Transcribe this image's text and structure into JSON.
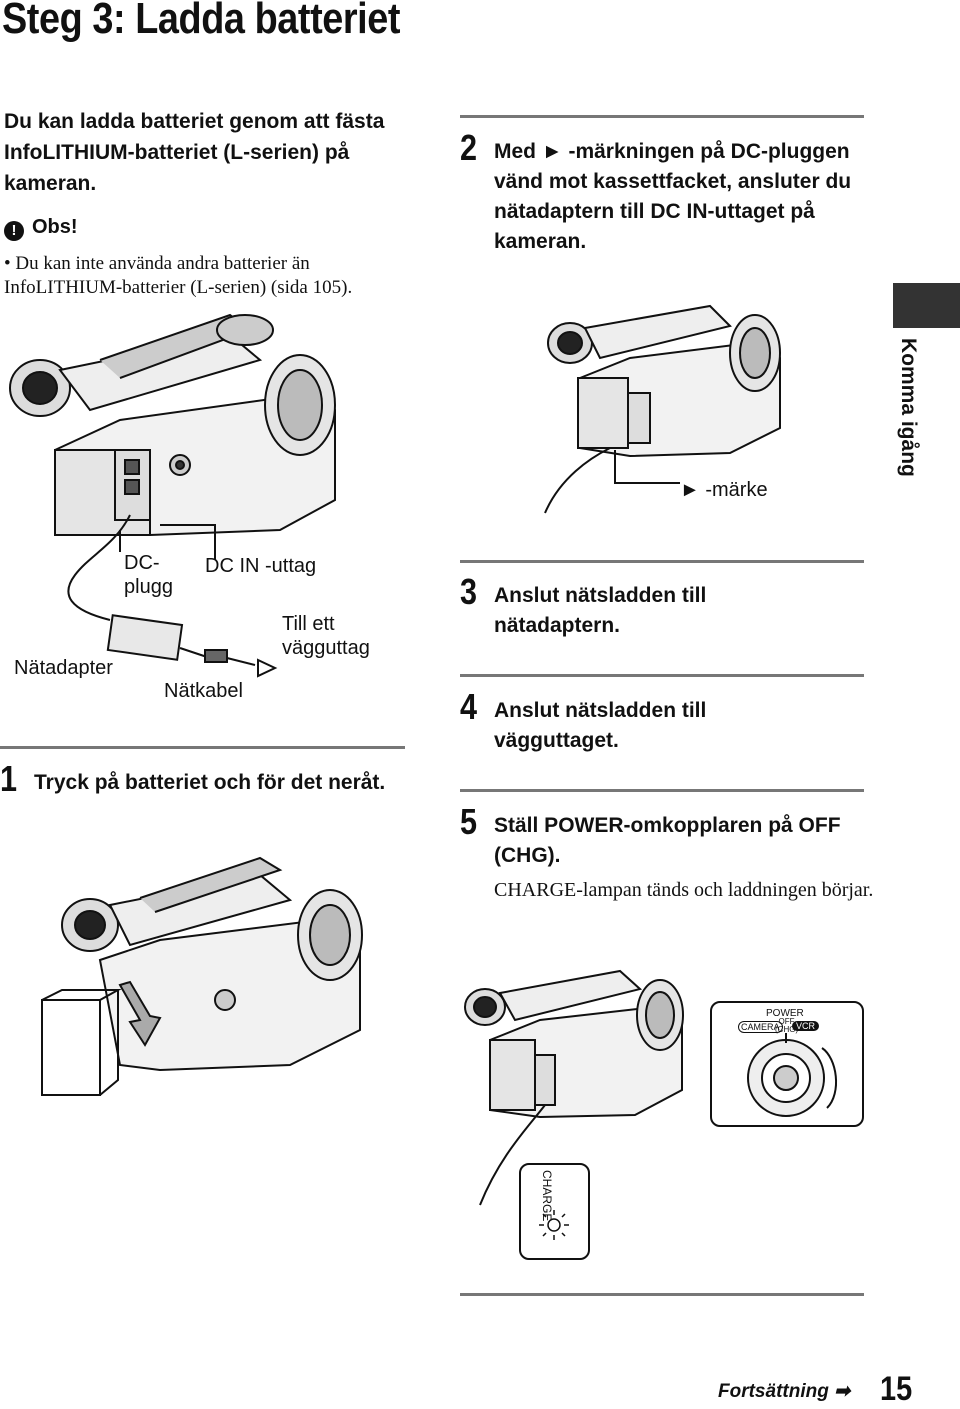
{
  "page": {
    "title": "Steg 3: Ladda batteriet",
    "intro": "Du kan ladda batteriet genom att fästa InfoLITHIUM-batteriet (L-serien) på kameran.",
    "obs_label": "Obs!",
    "note": "• Du kan inte använda andra batterier än InfoLITHIUM-batterier (L-serien) (sida 105).",
    "side_tab": "Komma igång",
    "footer_continue": "Fortsättning",
    "page_number": "15"
  },
  "figure_main": {
    "labels": {
      "dc_plugg": "DC-plugg",
      "dc_in_uttag": "DC IN -uttag",
      "natadapter": "Nätadapter",
      "natkabel": "Nätkabel",
      "till_ett_vagguttag": "Till ett vägguttag"
    }
  },
  "steps": [
    {
      "number": "1",
      "text": "Tryck på batteriet och för det neråt."
    },
    {
      "number": "2",
      "text": "Med ► -märkningen på DC-pluggen vänd mot kassettfacket, ansluter du nätadaptern till DC IN-uttaget på kameran."
    },
    {
      "number": "3",
      "text": "Anslut nätsladden till nätadaptern."
    },
    {
      "number": "4",
      "text": "Anslut nätsladden till vägguttaget."
    },
    {
      "number": "5",
      "text": "Ställ POWER-omkopplaren på OFF (CHG).",
      "body": "CHARGE-lampan tänds och laddningen börjar."
    }
  ],
  "figure_step2": {
    "marker_label": "► -märke"
  },
  "figure_step5": {
    "switch": {
      "power": "POWER",
      "camera": "CAMERA",
      "off": "OFF",
      "chg": "(CHG)",
      "vcr": "VCR"
    },
    "lamp": "CHARGE"
  }
}
